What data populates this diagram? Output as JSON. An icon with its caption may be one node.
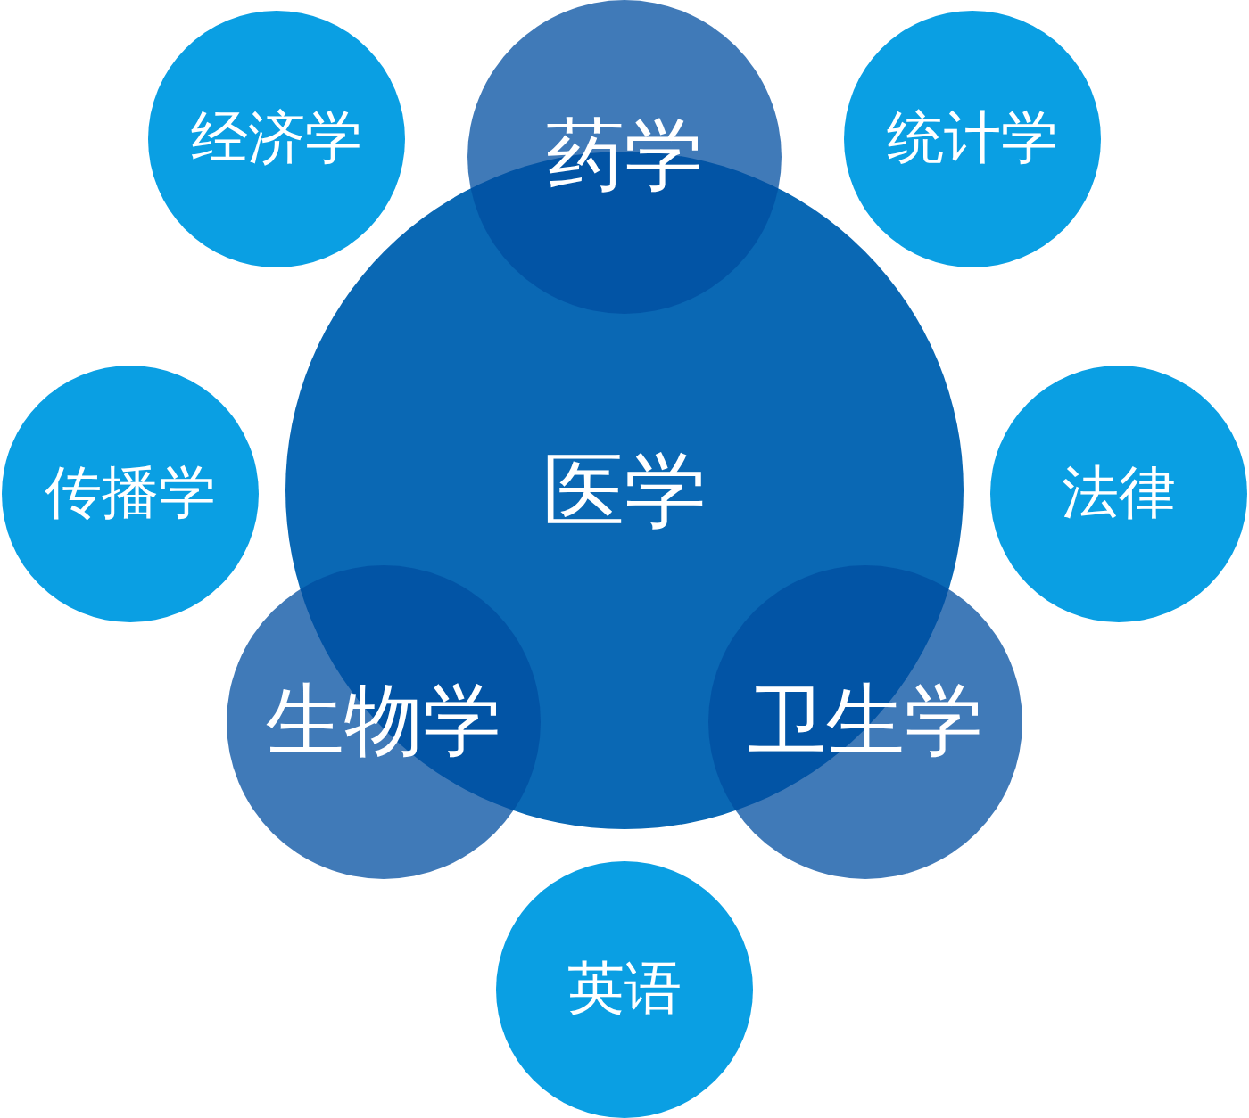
{
  "diagram": {
    "nodes": [
      {
        "text": [
          "经济学"
        ]
      },
      {
        "text": [
          "药学"
        ]
      },
      {
        "text": [
          "统计学"
        ]
      },
      {
        "text": [
          "医学"
        ]
      },
      {
        "text": [
          "传播学"
        ]
      },
      {
        "text": [
          "法律"
        ]
      },
      {
        "text": [
          "生物学"
        ]
      },
      {
        "text": [
          "卫生学"
        ]
      },
      {
        "text": [
          "英语"
        ]
      }
    ]
  }
}
